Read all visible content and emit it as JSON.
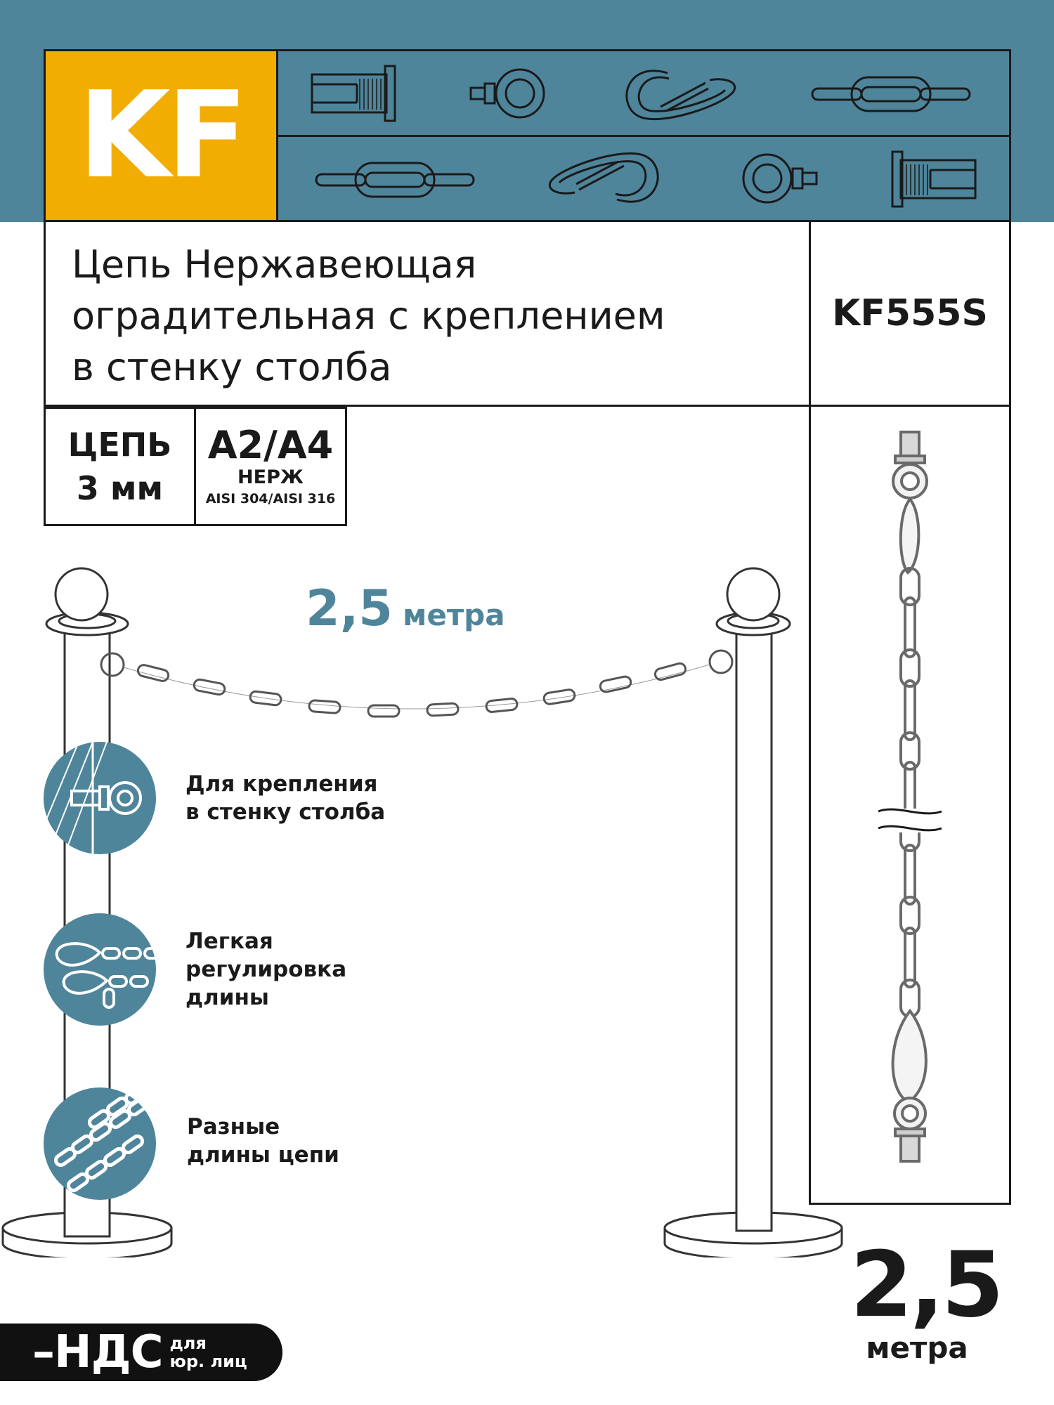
{
  "brand": {
    "logo_text": "KF"
  },
  "colors": {
    "accent_blue": "#4f859b",
    "brand_yellow": "#f2ad03",
    "ink": "#1a1a1a"
  },
  "top_icons": [
    "rivet-nut-icon",
    "eye-bolt-icon",
    "snap-hook-icon",
    "chain-link-icon",
    "chain-link-icon",
    "snap-hook-icon",
    "eye-bolt-icon",
    "rivet-nut-icon"
  ],
  "product": {
    "title_lines": [
      "Цепь Нержавеющая",
      "оградительная с креплением",
      "в стенку столба"
    ],
    "sku": "KF555S"
  },
  "specs": {
    "chain_label": "ЦЕПЬ",
    "chain_size": "3 мм",
    "material_grade": "A2/A4",
    "material_type": "НЕРЖ",
    "material_standard": "AISI 304/AISI 316"
  },
  "length": {
    "value": "2,5",
    "unit": "метра"
  },
  "features": [
    {
      "icon": "wall-mount-icon",
      "lines": [
        "Для крепления",
        "в стенку столба"
      ]
    },
    {
      "icon": "adjust-length-icon",
      "lines": [
        "Легкая",
        "регулировка",
        "длины"
      ]
    },
    {
      "icon": "chain-lengths-icon",
      "lines": [
        "Разные",
        "длины цепи"
      ]
    }
  ],
  "big_length": {
    "value": "2,5",
    "unit": "метра"
  },
  "vat": {
    "main": "–НДС",
    "sub_line1": "для",
    "sub_line2": "юр. лиц"
  }
}
